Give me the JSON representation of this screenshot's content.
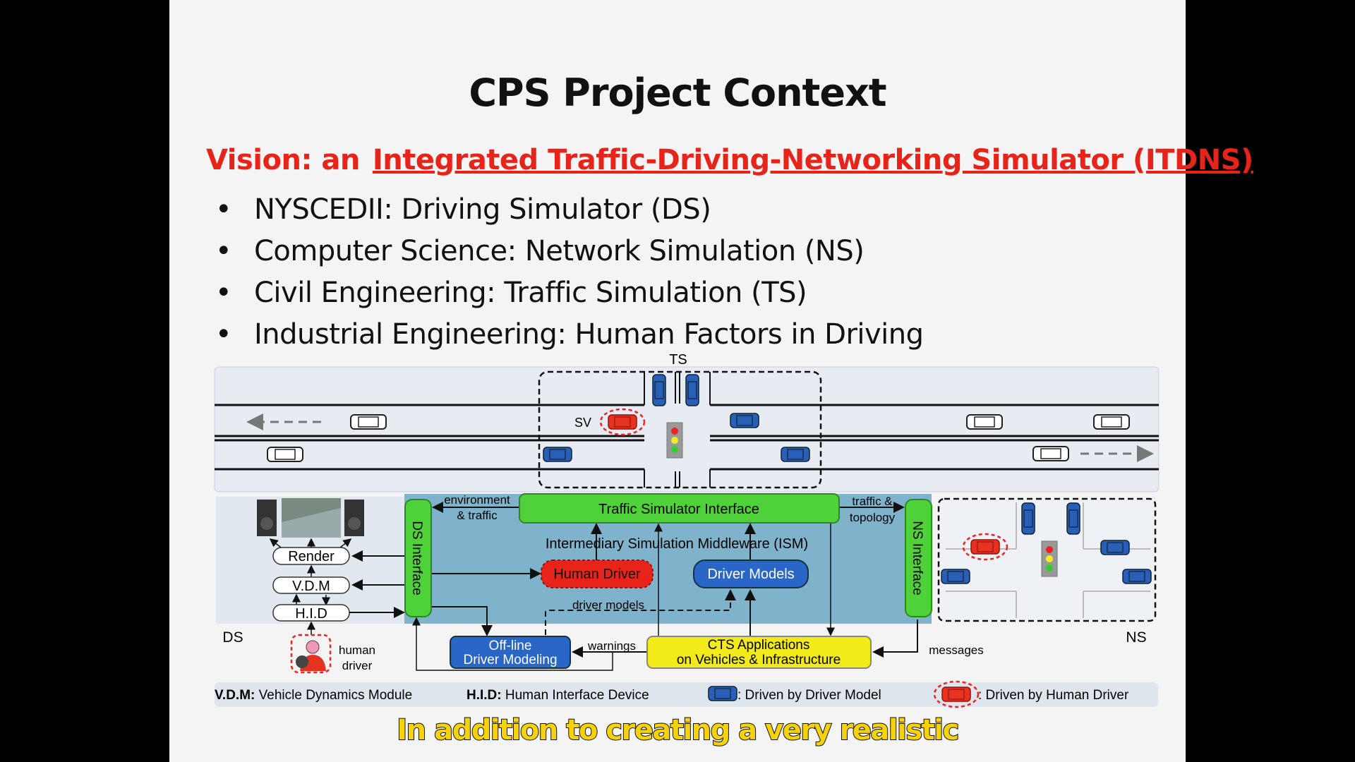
{
  "slide": {
    "title": "CPS Project Context",
    "vision_prefix": "Vision:  an",
    "vision_link": "Integrated Traffic-Driving-Networking Simulator (ITDNS)",
    "bullets": [
      "NYSCEDII: Driving Simulator (DS)",
      "Computer Science: Network Simulation (NS)",
      "Civil Engineering: Traffic Simulation (TS)",
      "Industrial Engineering: Human Factors in Driving"
    ],
    "bullet_glyph": "•"
  },
  "diagram": {
    "ts_label": "TS",
    "sv_label": "SV",
    "ds_label": "DS",
    "ns_label": "NS",
    "traffic_simulator_interface": "Traffic Simulator Interface",
    "ism_label": "Intermediary Simulation Middleware (ISM)",
    "ds_interface": "DS Interface",
    "ns_interface": "NS Interface",
    "human_driver_box": "Human Driver",
    "driver_models_box": "Driver Models",
    "env_traffic": [
      "environment",
      "& traffic"
    ],
    "traffic_topology": [
      "traffic &",
      "topology"
    ],
    "driver_models_link": "driver models",
    "render": "Render",
    "vdm": "V.D.M",
    "hid": "H.I.D",
    "human_driver_label": [
      "human",
      "driver"
    ],
    "offline": [
      "Off-line",
      "Driver Modeling"
    ],
    "warnings": "warnings",
    "cts": [
      "CTS Applications",
      "on Vehicles & Infrastructure"
    ],
    "messages": "messages"
  },
  "legend": {
    "vdm_abbr": "V.D.M:",
    "vdm_text": " Vehicle Dynamics Module",
    "hid_abbr": "H.I.D:",
    "hid_text": " Human Interface Device",
    "model_text": ": Driven by Driver Model",
    "human_text": ": Driven by Human Driver"
  },
  "colors": {
    "accent_red": "#e8241a",
    "green": "#4fd13a",
    "ism_blue": "#7fb3cc",
    "box_blue": "#2a66c7",
    "yellow": "#f3ea1a"
  },
  "caption": "In addition to creating a very realistic"
}
